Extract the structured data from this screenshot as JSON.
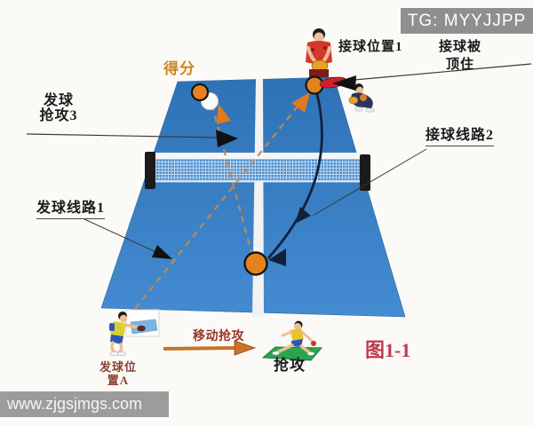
{
  "badges": {
    "tg": "TG: MYYJJPP",
    "site": "www.zjgsjmgs.com"
  },
  "caption": "图1-1",
  "labels": {
    "receive_position": "接球位置1",
    "receive_blocked": [
      "接球被",
      "顶住"
    ],
    "score": "得分",
    "serve_attack": [
      "发球",
      "抢攻3"
    ],
    "receive_route": "接球线路2",
    "serve_route": "发球线路1",
    "move_attack": "移动抢攻",
    "attack": "抢攻",
    "serve_position": [
      "发球位",
      "置A"
    ]
  },
  "colors": {
    "table_blue_top": "#2e72b6",
    "table_blue_bottom": "#448bd1",
    "net_mesh_blue": "#4a8fd0",
    "ball_orange": "#e5821e",
    "route_dash_tan": "#c28a52",
    "route_curve_dark": "#13203c",
    "racket_red": "#d0202c",
    "score_orange": "#d08428",
    "move_attack_red": "#993628",
    "serve_position_brown": "#8a4030",
    "figure_caption_red": "#c23848",
    "mat_green": "#2aa44e",
    "watermark_gray": "#8f8f8f"
  }
}
